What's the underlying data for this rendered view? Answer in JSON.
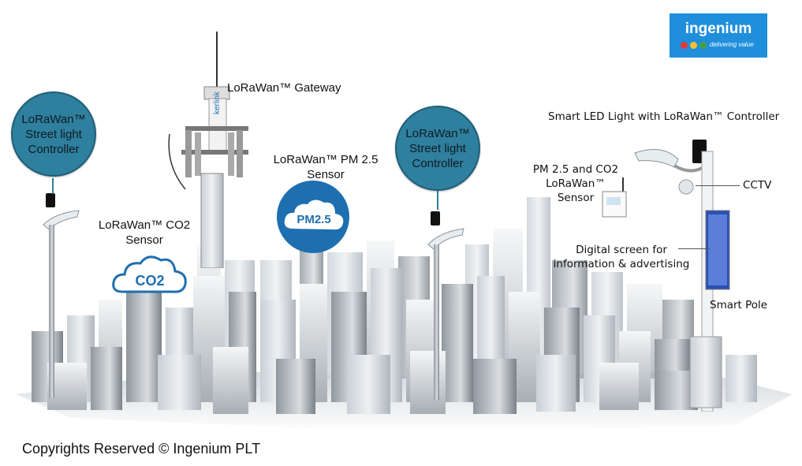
{
  "logo": {
    "name": "ingenium",
    "tagline": "delivering value",
    "dot_colors": [
      "#e53935",
      "#fbc02d",
      "#43a047"
    ]
  },
  "bubbles": {
    "left": {
      "line1": "LoRaWan™",
      "line2": "Street light",
      "line3": "Controller"
    },
    "center": {
      "line1": "LoRaWan™",
      "line2": "Street light",
      "line3": "Controller"
    }
  },
  "labels": {
    "gateway": "LoRaWan™ Gateway",
    "co2_sensor_line1": "LoRaWan™ CO2",
    "co2_sensor_line2": "Sensor",
    "pm_sensor_line1": "LoRaWan™ PM 2.5",
    "pm_sensor_line2": "Sensor",
    "smart_led": "Smart LED Light with LoRaWan™ Controller",
    "pm_co2_line1": "PM 2.5 and CO2",
    "pm_co2_line2": "LoRaWan™ Sensor",
    "cctv": "CCTV",
    "digital_line1": "Digital screen for",
    "digital_line2": "information & advertising",
    "smart_pole": "Smart Pole"
  },
  "icons": {
    "co2": "CO2",
    "pm25": "PM2.5"
  },
  "tower_brand": "kerlink",
  "footer": {
    "copyright": "Copyrights Reserved © Ingenium PLT"
  },
  "colors": {
    "bubble": "#2f7f9e",
    "logo_bg": "#1f8fdc",
    "icon_blue": "#1e6fb0"
  }
}
